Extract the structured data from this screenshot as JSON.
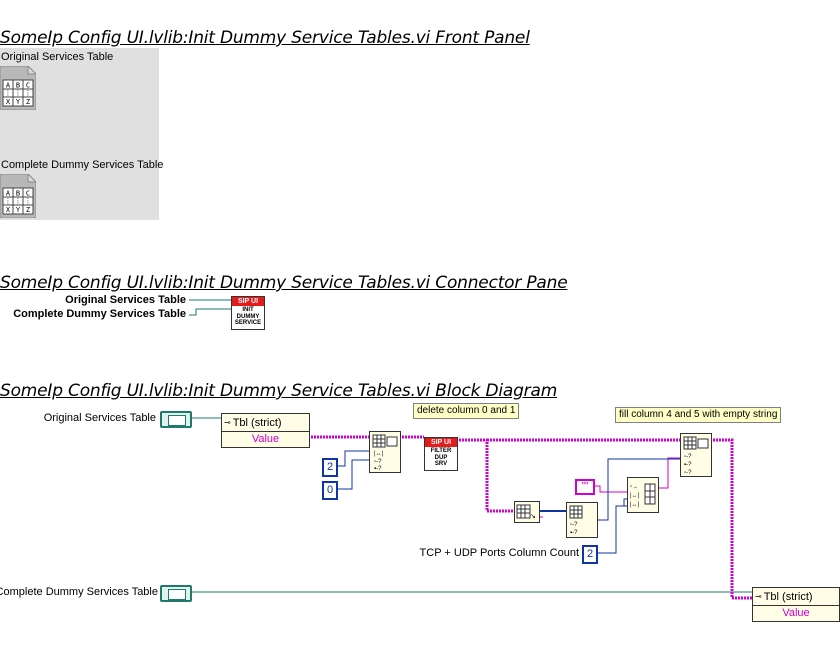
{
  "sections": {
    "front_panel_title": "SomeIp Config UI.lvlib:Init Dummy Service Tables.vi Front Panel",
    "connector_pane_title": "SomeIp Config UI.lvlib:Init Dummy Service Tables.vi Connector Pane",
    "block_diagram_title": "SomeIp Config UI.lvlib:Init Dummy Service Tables.vi Block Diagram"
  },
  "front_panel": {
    "controls": [
      {
        "label": "Original Services Table",
        "icon": "table-control-icon",
        "icon_cells": [
          "A",
          "B",
          "C",
          "X",
          "Y",
          "Z"
        ]
      },
      {
        "label": "Complete Dummy Services Table",
        "icon": "table-control-icon",
        "icon_cells": [
          "A",
          "B",
          "C",
          "X",
          "Y",
          "Z"
        ]
      }
    ]
  },
  "connector_pane": {
    "inputs": [
      "Original Services Table",
      "Complete Dummy Services Table"
    ],
    "subvi_icon": {
      "header": "SIP UI",
      "lines": [
        "INIT",
        "DUMMY",
        "SERVICE"
      ]
    }
  },
  "block_diagram": {
    "input_terminal_label": "Original Services Table",
    "output_terminal_label": "Complete Dummy Services Table",
    "unbundle_in": {
      "name": "Tbl (strict)",
      "value": "Value"
    },
    "unbundle_out": {
      "name": "Tbl (strict)",
      "value": "Value"
    },
    "comments": [
      "delete column 0 and 1",
      "fill column 4 and 5 with empty string"
    ],
    "constants": {
      "index_length": "2",
      "index_start": "0",
      "ports_count": "2"
    },
    "ports_label": "TCP + UDP Ports Column Count",
    "string_constant": "\"\"",
    "filter_subvi": {
      "header": "SIP UI",
      "lines": [
        "FILTER",
        "DUP",
        "SRV"
      ]
    }
  },
  "colors": {
    "string_wire": "#d000d0",
    "number_wire": "#1133aa",
    "refnum_wire": "#1f7a6b",
    "subvi_header": "#e31b1b",
    "comment_bg": "#ffffc8",
    "panel_bg": "#e0e0e0"
  }
}
